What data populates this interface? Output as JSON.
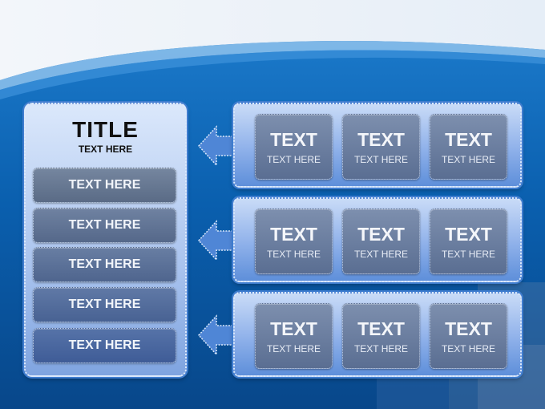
{
  "left": {
    "title": "TITLE",
    "subtitle": "TEXT HERE",
    "items": [
      {
        "label": "TEXT HERE"
      },
      {
        "label": "TEXT HERE"
      },
      {
        "label": "TEXT HERE"
      },
      {
        "label": "TEXT HERE"
      },
      {
        "label": "TEXT HERE"
      }
    ]
  },
  "rows": [
    {
      "cards": [
        {
          "title": "TEXT",
          "sub": "TEXT HERE"
        },
        {
          "title": "TEXT",
          "sub": "TEXT HERE"
        },
        {
          "title": "TEXT",
          "sub": "TEXT HERE"
        }
      ]
    },
    {
      "cards": [
        {
          "title": "TEXT",
          "sub": "TEXT HERE"
        },
        {
          "title": "TEXT",
          "sub": "TEXT HERE"
        },
        {
          "title": "TEXT",
          "sub": "TEXT HERE"
        }
      ]
    },
    {
      "cards": [
        {
          "title": "TEXT",
          "sub": "TEXT HERE"
        },
        {
          "title": "TEXT",
          "sub": "TEXT HERE"
        },
        {
          "title": "TEXT",
          "sub": "TEXT HERE"
        }
      ]
    }
  ],
  "colors": {
    "background": "#0a5aa6",
    "panel_light": "#dbe8fb",
    "card": "#5a6e92",
    "arrow": "#4f86d6"
  }
}
